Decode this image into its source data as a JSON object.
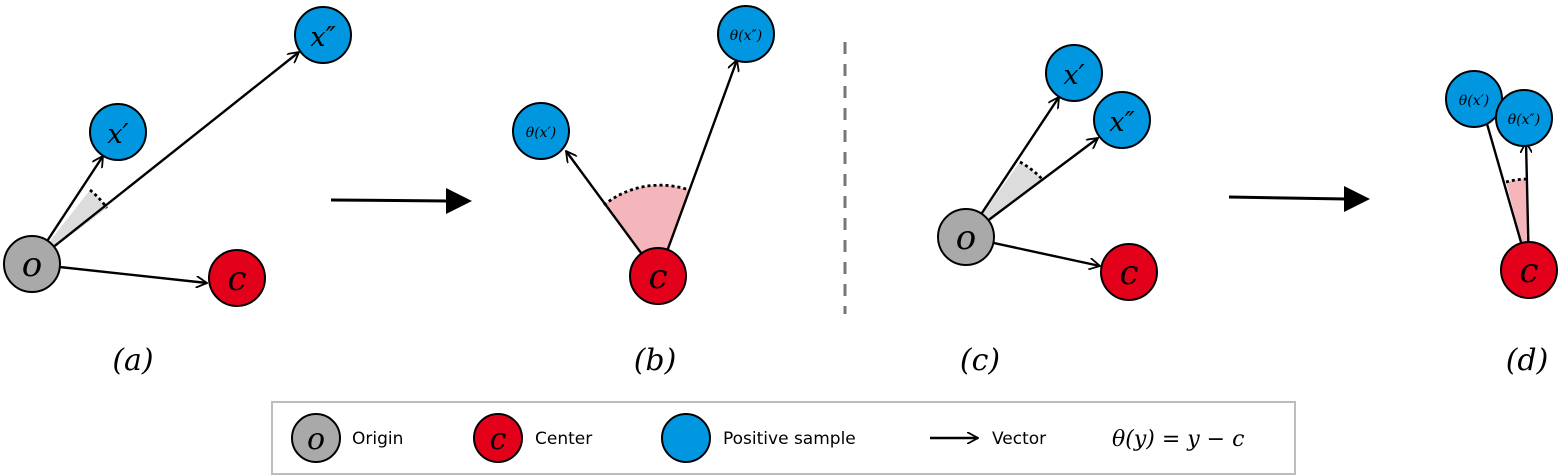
{
  "panels": {
    "a": {
      "caption": "(a)"
    },
    "b": {
      "caption": "(b)"
    },
    "c": {
      "caption": "(c)"
    },
    "d": {
      "caption": "(d)"
    }
  },
  "nodes": {
    "origin": "o",
    "center": "c",
    "x1": "x′",
    "x2": "x″",
    "theta_x1": "θ(x′)",
    "theta_x2": "θ(x″)"
  },
  "legend": {
    "origin_symbol": "o",
    "origin_label": "Origin",
    "center_symbol": "c",
    "center_label": "Center",
    "positive_label": "Positive sample",
    "vector_label": "Vector",
    "formula": "θ(y) = y − c"
  },
  "colors": {
    "origin": "#a9a9a9",
    "center": "#e3001b",
    "positive": "#0096e0",
    "angle_gray": "#dcdcdc",
    "angle_pink": "#f4b6bb",
    "divider": "#777777"
  }
}
